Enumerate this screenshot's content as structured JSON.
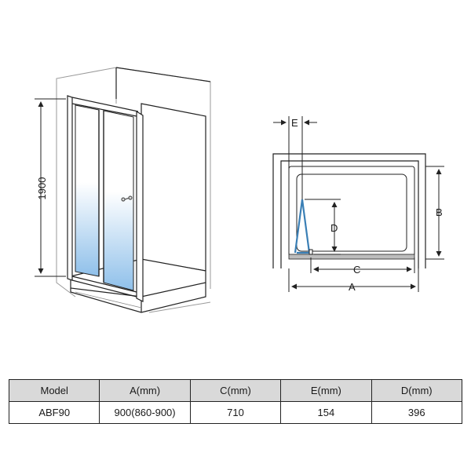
{
  "drawing": {
    "height_label": "1900",
    "dim_labels": {
      "a": "A",
      "b": "B",
      "c": "C",
      "d": "D",
      "e": "E"
    }
  },
  "table": {
    "headers": [
      "Model",
      "A(mm)",
      "C(mm)",
      "E(mm)",
      "D(mm)"
    ],
    "rows": [
      [
        "ABF90",
        "900(860-900)",
        "710",
        "154",
        "396"
      ]
    ]
  },
  "colors": {
    "line": "#222222",
    "light_line": "#9a9a9a",
    "glass_top": "#ffffff",
    "glass_bottom": "#8fc0ea",
    "door_panel": "#3a7fb5",
    "header_fill": "#d9d9d9"
  }
}
